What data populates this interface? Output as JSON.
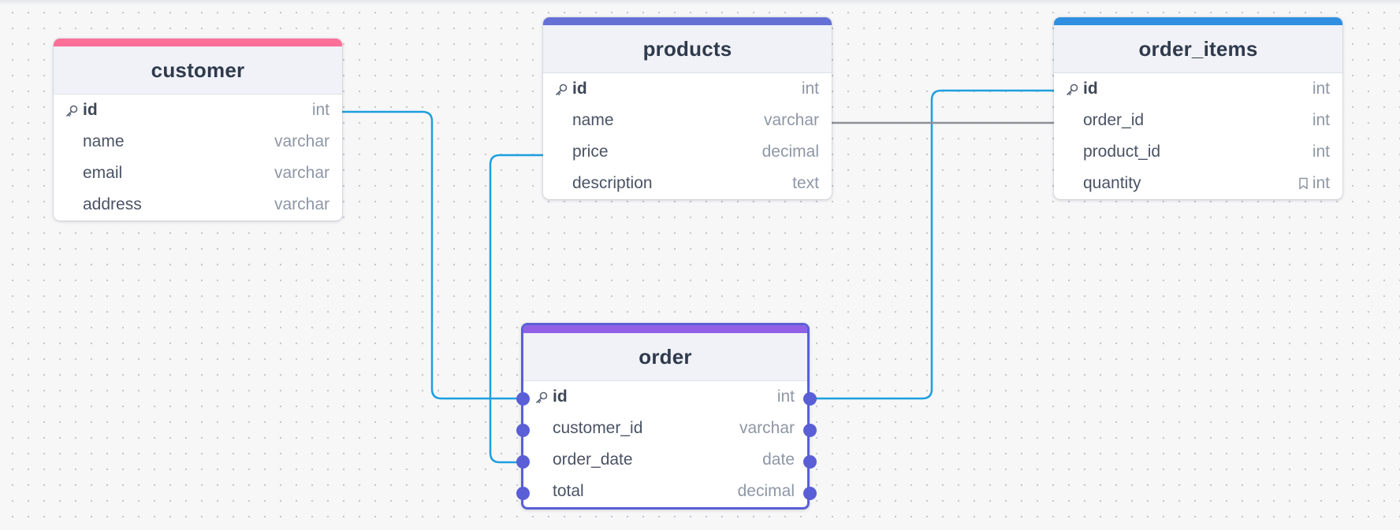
{
  "diagram": {
    "tables": [
      {
        "id": "customer",
        "title": "customer",
        "header_color": "#fb6f98",
        "fields": [
          {
            "name": "id",
            "type": "int",
            "pk": true
          },
          {
            "name": "name",
            "type": "varchar"
          },
          {
            "name": "email",
            "type": "varchar"
          },
          {
            "name": "address",
            "type": "varchar"
          }
        ]
      },
      {
        "id": "products",
        "title": "products",
        "header_color": "#6570d6",
        "fields": [
          {
            "name": "id",
            "type": "int",
            "pk": true
          },
          {
            "name": "name",
            "type": "varchar"
          },
          {
            "name": "price",
            "type": "decimal"
          },
          {
            "name": "description",
            "type": "text"
          }
        ]
      },
      {
        "id": "order_items",
        "title": "order_items",
        "header_color": "#2f8fe0",
        "fields": [
          {
            "name": "id",
            "type": "int",
            "pk": true
          },
          {
            "name": "order_id",
            "type": "int"
          },
          {
            "name": "product_id",
            "type": "int"
          },
          {
            "name": "quantity",
            "type": "int",
            "bookmark": true
          }
        ]
      },
      {
        "id": "order",
        "title": "order",
        "header_color": "#9061e6",
        "selected": true,
        "fields": [
          {
            "name": "id",
            "type": "int",
            "pk": true
          },
          {
            "name": "customer_id",
            "type": "varchar"
          },
          {
            "name": "order_date",
            "type": "date"
          },
          {
            "name": "total",
            "type": "decimal"
          }
        ]
      }
    ],
    "relationships": [
      {
        "from": "customer.id",
        "to": "order.id",
        "color": "#1d9fdf"
      },
      {
        "from": "products.price",
        "to": "order.order_date",
        "color": "#1d9fdf"
      },
      {
        "from": "order.id",
        "to": "order_items.id",
        "color": "#1d9fdf"
      },
      {
        "from": "products.name",
        "to": "order_items.order_id",
        "color": "#8d9096"
      }
    ],
    "selection_color": "#5a5fd6",
    "icons": {
      "primary_key": "key-icon",
      "bookmark": "bookmark-icon"
    }
  }
}
